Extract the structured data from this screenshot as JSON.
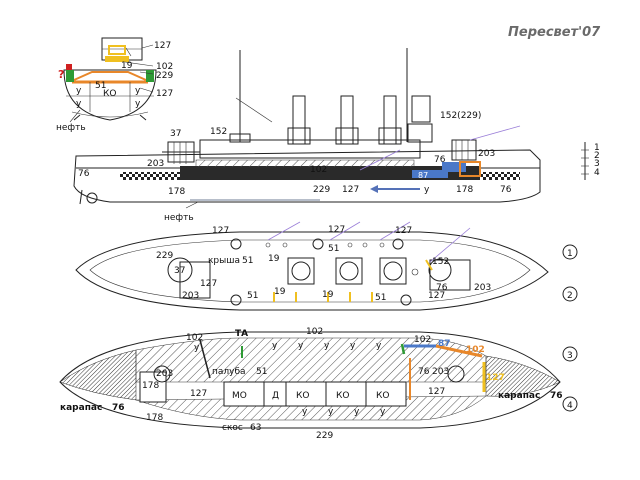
{
  "title": "Пересвет'07",
  "colors": {
    "background": "#ffffff",
    "ink": "#222222",
    "armor_green": "#2e9a35",
    "armor_yellow": "#f0c020",
    "armor_orange": "#e8872a",
    "armor_blue": "#4a78c8",
    "waterline_blue": "#5572b8",
    "red": "#d02020",
    "pointer_violet": "#9a7ed8"
  },
  "section": {
    "question_mark": "?",
    "labels": [
      "127",
      "19",
      "102",
      "229",
      "127",
      "51",
      "у",
      "у",
      "КО",
      "у",
      "у"
    ],
    "oil_label": "нефть"
  },
  "profile": {
    "labels": {
      "turret_fwd_top": "37",
      "l152_fwd": "152",
      "l152_229": "152(229)",
      "l203_fwd": "203",
      "l203_aft": "203",
      "l76_fwd": "76",
      "l76_aft": "76",
      "l102": "102",
      "l87": "87",
      "l178_fwd": "178",
      "l229": "229",
      "l127": "127",
      "u_arrow": "у",
      "l178_aft": "178",
      "l76_keel": "76"
    },
    "oil_label": "нефть",
    "scale_ticks": [
      "1",
      "2",
      "3",
      "4"
    ]
  },
  "plan_upper": {
    "labels": [
      "127",
      "127",
      "127",
      "51",
      "229",
      "37",
      "крыша",
      "51",
      "19",
      "152",
      "127",
      "203",
      "51",
      "19",
      "19",
      "51",
      "127",
      "203",
      "76"
    ],
    "circle_labels": [
      "1",
      "2"
    ]
  },
  "plan_lower": {
    "labels": [
      "102",
      "ТА",
      "102",
      "102",
      "87",
      "102",
      "203",
      "палуба",
      "51",
      "у",
      "у",
      "у",
      "у",
      "у",
      "у",
      "76",
      "203",
      "127",
      "178",
      "127",
      "МО",
      "Д",
      "КО",
      "КО",
      "КО",
      "127",
      "у",
      "у",
      "у",
      "у",
      "178",
      "скос",
      "63",
      "229",
      "карапас",
      "76",
      "карапас",
      "76"
    ],
    "circle_labels": [
      "3",
      "4"
    ]
  }
}
